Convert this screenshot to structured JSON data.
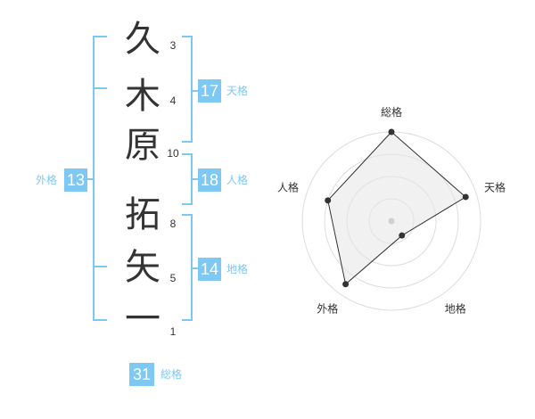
{
  "name": {
    "characters": [
      "久",
      "木",
      "原",
      "拓",
      "矢",
      "一"
    ],
    "strokes": [
      "3",
      "4",
      "10",
      "8",
      "5",
      "1"
    ]
  },
  "fortunes": {
    "tenkaku": {
      "label": "天格",
      "value": "17"
    },
    "jinkaku": {
      "label": "人格",
      "value": "18"
    },
    "chikaku": {
      "label": "地格",
      "value": "14"
    },
    "gaikaku": {
      "label": "外格",
      "value": "13"
    },
    "soukaku": {
      "label": "総格",
      "value": "31"
    }
  },
  "colors": {
    "accent": "#7ec8f4",
    "text": "#333333"
  },
  "chart_data": {
    "type": "radar",
    "axes": [
      "総格",
      "天格",
      "地格",
      "外格",
      "人格"
    ],
    "values": [
      4,
      3.5,
      0.8,
      3.5,
      3
    ],
    "max": 4
  }
}
